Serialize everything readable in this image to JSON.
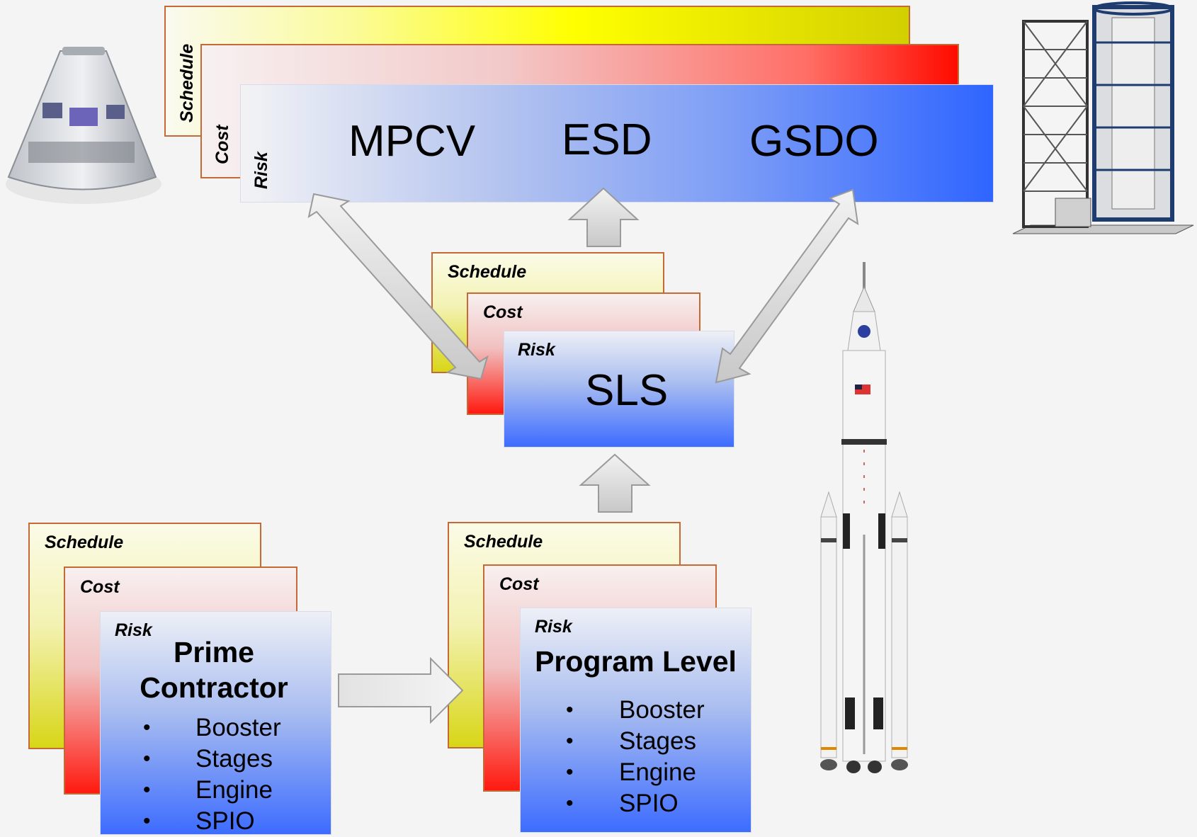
{
  "top": {
    "schedule_label": "Schedule",
    "cost_label": "Cost",
    "risk_label": "Risk",
    "names": [
      "MPCV",
      "ESD",
      "GSDO"
    ]
  },
  "middle": {
    "schedule_label": "Schedule",
    "cost_label": "Cost",
    "risk_label": "Risk",
    "title": "SLS"
  },
  "prime": {
    "schedule_label": "Schedule",
    "cost_label": "Cost",
    "risk_label": "Risk",
    "title_line1": "Prime",
    "title_line2": "Contractor",
    "bullet": "•",
    "items": [
      "Booster",
      "Stages",
      "Engine",
      "SPIO"
    ]
  },
  "program": {
    "schedule_label": "Schedule",
    "cost_label": "Cost",
    "risk_label": "Risk",
    "title": "Program Level",
    "bullet": "•",
    "items": [
      "Booster",
      "Stages",
      "Engine",
      "SPIO"
    ]
  },
  "colors": {
    "schedule": "#d8d617",
    "cost": "#ff1a10",
    "risk": "#3d6cff",
    "border": "#c56a36",
    "arrow": "#d9d9d9"
  }
}
